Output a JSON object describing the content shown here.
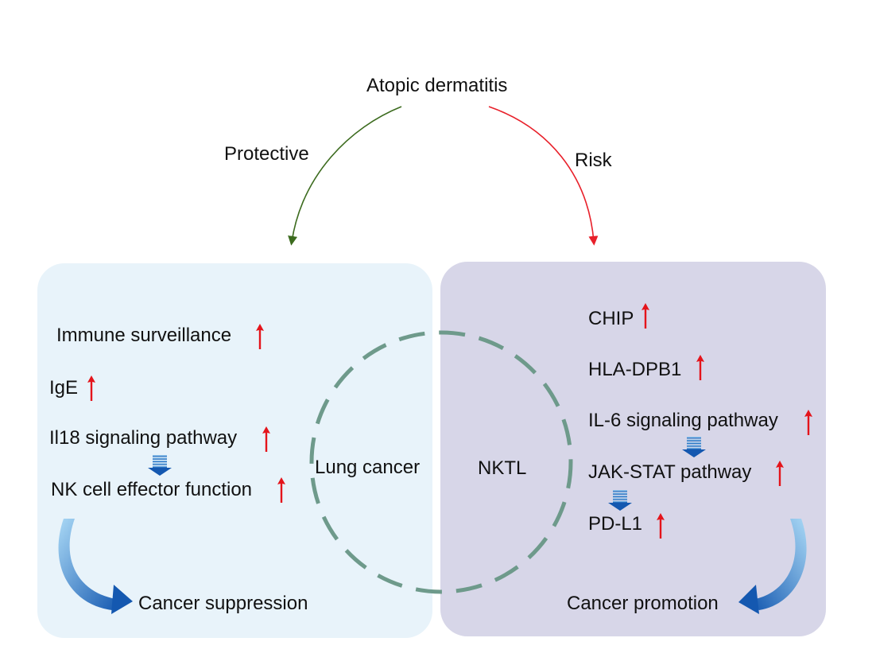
{
  "title": "Atopic dermatitis",
  "edges": {
    "protective": {
      "label": "Protective",
      "color": "#3c6b1e"
    },
    "risk": {
      "label": "Risk",
      "color": "#e8202a"
    }
  },
  "left_panel": {
    "background": "#e8f3fa",
    "items": [
      "Immune surveillance",
      "IgE",
      "Il18 signaling pathway",
      "NK cell effector function"
    ],
    "outcome": "Cancer suppression"
  },
  "right_panel": {
    "background": "#d7d6e8",
    "items": [
      "CHIP",
      "HLA-DPB1",
      "IL-6 signaling pathway",
      "JAK-STAT pathway",
      "PD-L1"
    ],
    "outcome": "Cancer promotion"
  },
  "overlap": {
    "left_label": "Lung cancer",
    "right_label": "NKTL",
    "circle_color": "#6e9a8b"
  },
  "colors": {
    "up_arrow": "#e4141b",
    "flow_arrow": "#1458b0",
    "flow_arrow_light": "#a9d8f5"
  },
  "icons": {
    "up_arrow": "up-arrow-icon",
    "down_arrow": "down-arrow-icon",
    "curved_arrow": "curved-arrow-icon"
  }
}
